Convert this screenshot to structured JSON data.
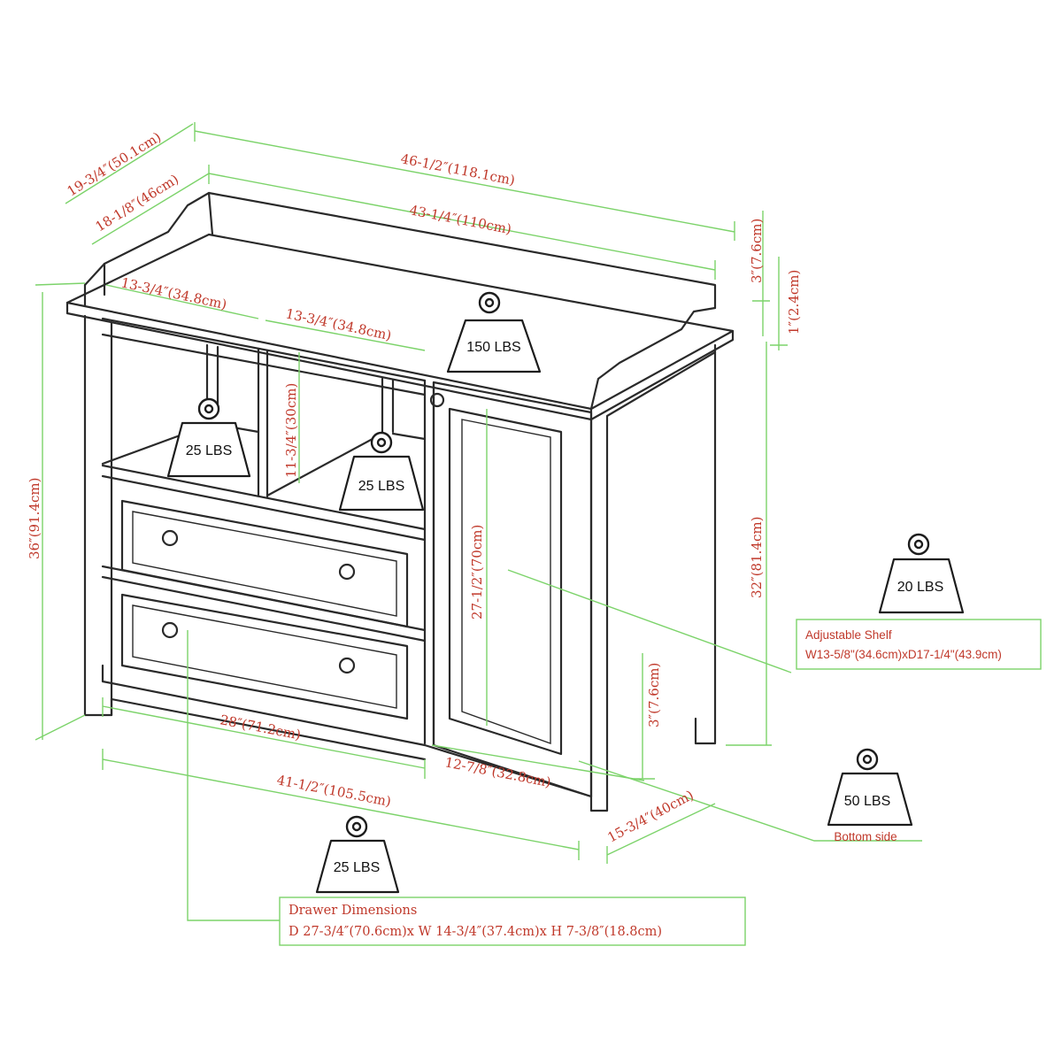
{
  "dimensions": {
    "overall_depth": "19-3/4″(50.1cm)",
    "overall_width": "46-1/2″(118.1cm)",
    "inner_depth": "18-1/8″(46cm)",
    "inner_width": "43-1/4″(110cm)",
    "rail_height": "3″(7.6cm)",
    "top_thickness": "1″(2.4cm)",
    "cubby_width_left": "13-3/4″(34.8cm)",
    "cubby_width_right": "13-3/4″(34.8cm)",
    "cubby_height": "11-3/4″(30cm)",
    "door_height": "27-1/2″(70cm)",
    "overall_height": "36″(91.4cm)",
    "body_height": "32″(81.4cm)",
    "leg_height": "3″(7.6cm)",
    "drawer_section_width": "28″(71.2cm)",
    "door_width": "12-7/8″(32.8cm)",
    "base_width": "41-1/2″(105.5cm)",
    "base_depth": "15-3/4″(40cm)"
  },
  "weights": {
    "top": "150 LBS",
    "cubby_left": "25 LBS",
    "cubby_right": "25 LBS",
    "shelf": "20 LBS",
    "bottom": "50 LBS",
    "drawer": "25 LBS"
  },
  "notes": {
    "adjustable_shelf_title": "Adjustable Shelf",
    "adjustable_shelf_size": "W13-5/8\"(34.6cm)xD17-1/4\"(43.9cm)",
    "bottom_side": "Bottom side",
    "drawer_title": "Drawer Dimensions",
    "drawer_size": "D 27-3/4″(70.6cm)x W 14-3/4″(37.4cm)x H 7-3/8″(18.8cm)"
  },
  "colors": {
    "dimension_line": "#7cd36a",
    "dimension_text": "#c0392b",
    "outline": "#2a2a2a"
  }
}
